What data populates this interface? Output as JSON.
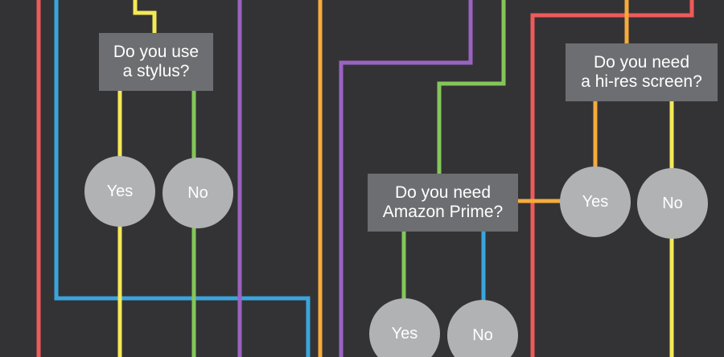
{
  "colors": {
    "background": "#333336",
    "question_box": "#6d6e71",
    "answer_node": "#b1b2b4",
    "text": "#ffffff",
    "red": "#ef5a5a",
    "blue": "#3aa5dc",
    "yellow": "#f4e857",
    "purple": "#9b63c1",
    "green": "#84c659",
    "orange": "#f5ab3c"
  },
  "questions": {
    "stylus": {
      "line1": "Do you use",
      "line2": "a stylus?"
    },
    "amazon": {
      "line1": "Do you need",
      "line2": "Amazon Prime?"
    },
    "hires": {
      "line1": "Do you need",
      "line2": "a hi-res screen?"
    }
  },
  "answers": {
    "stylus_yes": "Yes",
    "stylus_no": "No",
    "amazon_yes": "Yes",
    "amazon_no": "No",
    "hires_yes": "Yes",
    "hires_no": "No"
  }
}
